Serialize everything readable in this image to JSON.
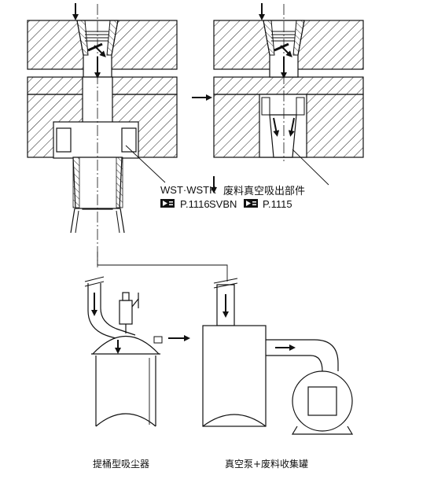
{
  "callouts": {
    "wst": {
      "part": "WST·WSTK",
      "page": "P.1116"
    },
    "svbn": {
      "part": "废料真空吸出部件",
      "code": "SVBN",
      "page": "P.1115"
    }
  },
  "captions": {
    "left": "提桶型吸尘器",
    "right": "真空泵+废料收集罐"
  },
  "icons": {
    "catalog_ref": "catalog-reference-icon"
  }
}
